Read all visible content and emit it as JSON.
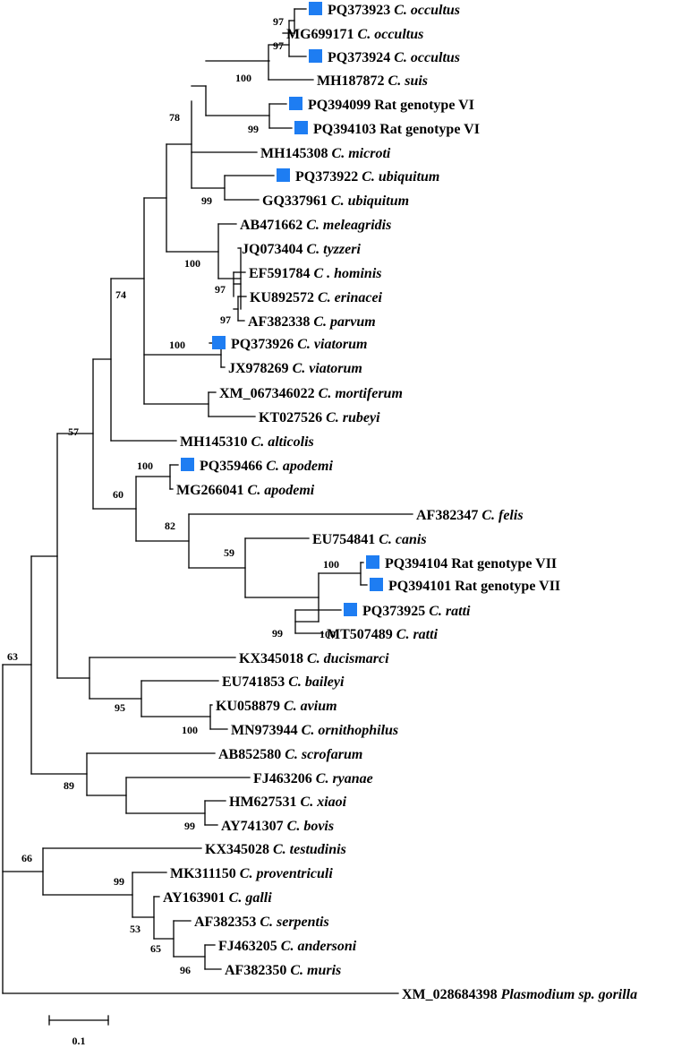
{
  "colors": {
    "line": "#000000",
    "marker": "#1e7df2",
    "background": "#ffffff"
  },
  "tree": {
    "leaves": [
      {
        "id": "PQ373923",
        "accession": "PQ373923",
        "taxon": "C. occultus",
        "marked": true
      },
      {
        "id": "MG699171",
        "accession": "MG699171",
        "taxon": "C. occultus",
        "marked": false
      },
      {
        "id": "PQ373924",
        "accession": "PQ373924",
        "taxon": "C. occultus",
        "marked": true
      },
      {
        "id": "MH187872",
        "accession": "MH187872",
        "taxon": "C. suis",
        "marked": false
      },
      {
        "id": "PQ394099",
        "accession": "PQ394099",
        "taxon": "Rat genotype VI",
        "marked": true,
        "taxon_style": "normal"
      },
      {
        "id": "PQ394103",
        "accession": "PQ394103",
        "taxon": "Rat genotype VI",
        "marked": true,
        "taxon_style": "normal"
      },
      {
        "id": "MH145308",
        "accession": "MH145308",
        "taxon": "C. microti",
        "marked": false
      },
      {
        "id": "PQ373922",
        "accession": "PQ373922",
        "taxon": "C. ubiquitum",
        "marked": true
      },
      {
        "id": "GQ337961",
        "accession": "GQ337961",
        "taxon": "C. ubiquitum",
        "marked": false
      },
      {
        "id": "AB471662",
        "accession": "AB471662",
        "taxon": "C. meleagridis",
        "marked": false
      },
      {
        "id": "JQ073404",
        "accession": "JQ073404",
        "taxon": "C. tyzzeri",
        "marked": false
      },
      {
        "id": "EF591784",
        "accession": "EF591784",
        "taxon": "C . hominis",
        "marked": false
      },
      {
        "id": "KU892572",
        "accession": "KU892572",
        "taxon": "C. erinacei",
        "marked": false
      },
      {
        "id": "AF382338",
        "accession": "AF382338",
        "taxon": "C. parvum",
        "marked": false
      },
      {
        "id": "PQ373926",
        "accession": "PQ373926",
        "taxon": "C. viatorum",
        "marked": true
      },
      {
        "id": "JX978269",
        "accession": "JX978269",
        "taxon": "C. viatorum",
        "marked": false
      },
      {
        "id": "XM_067346022",
        "accession": "XM_067346022",
        "taxon": "C. mortiferum",
        "marked": false
      },
      {
        "id": "KT027526",
        "accession": "KT027526",
        "taxon": "C. rubeyi",
        "marked": false
      },
      {
        "id": "MH145310",
        "accession": "MH145310",
        "taxon": "C. alticolis",
        "marked": false
      },
      {
        "id": "PQ359466",
        "accession": "PQ359466",
        "taxon": "C. apodemi",
        "marked": true
      },
      {
        "id": "MG266041",
        "accession": "MG266041",
        "taxon": "C. apodemi",
        "marked": false
      },
      {
        "id": "AF382347",
        "accession": "AF382347",
        "taxon": "C. felis",
        "marked": false
      },
      {
        "id": "EU754841",
        "accession": "EU754841",
        "taxon": "C. canis",
        "marked": false
      },
      {
        "id": "PQ394104",
        "accession": "PQ394104",
        "taxon": "Rat genotype VII",
        "marked": true,
        "taxon_style": "normal"
      },
      {
        "id": "PQ394101",
        "accession": "PQ394101",
        "taxon": "Rat genotype VII",
        "marked": true,
        "taxon_style": "normal"
      },
      {
        "id": "PQ373925",
        "accession": "PQ373925",
        "taxon": "C. ratti",
        "marked": true
      },
      {
        "id": "MT507489",
        "accession": "MT507489",
        "taxon": "C. ratti",
        "marked": false
      },
      {
        "id": "KX345018",
        "accession": "KX345018",
        "taxon": "C. ducismarci",
        "marked": false
      },
      {
        "id": "EU741853",
        "accession": "EU741853",
        "taxon": "C. baileyi",
        "marked": false
      },
      {
        "id": "KU058879",
        "accession": "KU058879",
        "taxon": "C. avium",
        "marked": false
      },
      {
        "id": "MN973944",
        "accession": "MN973944",
        "taxon": "C. ornithophilus",
        "marked": false
      },
      {
        "id": "AB852580",
        "accession": "AB852580",
        "taxon": "C. scrofarum",
        "marked": false
      },
      {
        "id": "FJ463206",
        "accession": "FJ463206",
        "taxon": "C. ryanae",
        "marked": false
      },
      {
        "id": "HM627531",
        "accession": "HM627531",
        "taxon": "C. xiaoi",
        "marked": false
      },
      {
        "id": "AY741307",
        "accession": "AY741307",
        "taxon": "C. bovis",
        "marked": false
      },
      {
        "id": "KX345028",
        "accession": "KX345028",
        "taxon": "C. testudinis",
        "marked": false
      },
      {
        "id": "MK311150",
        "accession": "MK311150",
        "taxon": "C. proventriculi",
        "marked": false
      },
      {
        "id": "AY163901",
        "accession": "AY163901",
        "taxon": "C. galli",
        "marked": false
      },
      {
        "id": "AF382353",
        "accession": "AF382353",
        "taxon": "C. serpentis",
        "marked": false
      },
      {
        "id": "FJ463205",
        "accession": "FJ463205",
        "taxon": "C. andersoni",
        "marked": false
      },
      {
        "id": "AF382350",
        "accession": "AF382350",
        "taxon": "C. muris",
        "marked": false
      },
      {
        "id": "XM_028684398",
        "accession": "XM_028684398",
        "taxon": "Plasmodium sp. gorilla",
        "marked": false
      }
    ],
    "bootstrap": [
      {
        "node": "occultus-pair",
        "value": "97"
      },
      {
        "node": "occultus-clade",
        "value": "97"
      },
      {
        "node": "suis-clade",
        "value": "100"
      },
      {
        "node": "rat-vi",
        "value": "99"
      },
      {
        "node": "microti-ubiquitum",
        "value": "78"
      },
      {
        "node": "ubiquitum",
        "value": "99"
      },
      {
        "node": "parvum-group",
        "value": "100"
      },
      {
        "node": "hominis-group",
        "value": "97"
      },
      {
        "node": "parvum-erinacei",
        "value": "97"
      },
      {
        "node": "viatorum",
        "value": "100"
      },
      {
        "node": "intestinal",
        "value": "74"
      },
      {
        "node": "rodent-clade",
        "value": "57"
      },
      {
        "node": "apodemi",
        "value": "100"
      },
      {
        "node": "apodemi-felis",
        "value": "60"
      },
      {
        "node": "felis-canis",
        "value": "82"
      },
      {
        "node": "canis-rats",
        "value": "59"
      },
      {
        "node": "rat-vii",
        "value": "100"
      },
      {
        "node": "rats",
        "value": "99"
      },
      {
        "node": "ratti",
        "value": "100"
      },
      {
        "node": "avian",
        "value": "95"
      },
      {
        "node": "avium",
        "value": "100"
      },
      {
        "node": "bovine",
        "value": "89"
      },
      {
        "node": "bovis",
        "value": "99"
      },
      {
        "node": "intestinal-all",
        "value": "63"
      },
      {
        "node": "gastric",
        "value": "66"
      },
      {
        "node": "gastric-core",
        "value": "99"
      },
      {
        "node": "galli-muris",
        "value": "53"
      },
      {
        "node": "serpentis-muris",
        "value": "65"
      },
      {
        "node": "muris",
        "value": "96"
      }
    ],
    "scale_bar": {
      "label": "0.1"
    }
  }
}
